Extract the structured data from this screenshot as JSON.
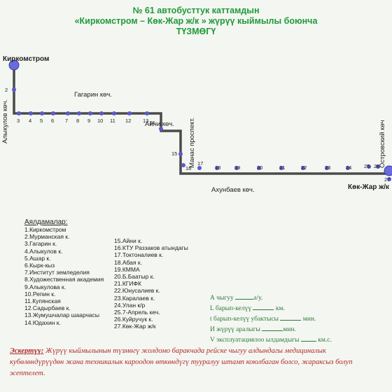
{
  "header": {
    "line1": "№ 61 автобусттук каттамдын",
    "line2": "«Киркомстром – Көк-Жар ж/к » жүрүү кыймылы боюнча",
    "line3": "ТҮЗМӨГҮ"
  },
  "map": {
    "terminal_start": "Киркомстром",
    "terminal_end": "Көк-Жар ж/к",
    "streets": {
      "alykulov": "Алыкулов көч.",
      "gagarin": "Гагарин көч.",
      "aini": "Айни көч.",
      "manas": "Манас проспект.",
      "akhunbaev": "Ахунбаев көч.",
      "ostrovsky": "Островский көч"
    },
    "stop_numbers": [
      "2",
      "3",
      "4",
      "5",
      "6",
      "7",
      "8",
      "9",
      "10",
      "11",
      "12",
      "13",
      "14",
      "15",
      "16",
      "17",
      "18",
      "19",
      "20",
      "21",
      "22",
      "23",
      "24",
      "25",
      "26",
      "27"
    ],
    "colors": {
      "route": "#4a4a4a",
      "stop": "#5a5ad0",
      "terminal": "#6a6ae0"
    }
  },
  "legend": {
    "heading": "Аялдамалар:",
    "col1": [
      {
        "num": "1",
        "name": "Киркомстром"
      },
      {
        "num": "2",
        "name": "Мурманская к."
      },
      {
        "num": "3",
        "name": "Гагарин к."
      },
      {
        "num": "4",
        "name": "Алыкулов к."
      },
      {
        "num": "5",
        "name": "Ашар к."
      },
      {
        "num": "6",
        "name": "Кырк-кыз"
      },
      {
        "num": "7",
        "name": "Институт земледелия"
      },
      {
        "num": "8",
        "name": "Художественная академия"
      },
      {
        "num": "9",
        "name": "Алыкулова к."
      },
      {
        "num": "10",
        "name": "Репин к."
      },
      {
        "num": "11",
        "name": "Купянская"
      },
      {
        "num": "12",
        "name": "Садырбаев к."
      },
      {
        "num": "13",
        "name": "Жумушчалар шаарчасы"
      },
      {
        "num": "14",
        "name": "Юдахин к."
      }
    ],
    "col2": [
      {
        "num": "15",
        "name": "Айни к."
      },
      {
        "num": "16",
        "name": "КТУ Раззаков атындагы"
      },
      {
        "num": "17",
        "name": "Токтоналиев к."
      },
      {
        "num": "18",
        "name": "Абая к."
      },
      {
        "num": "19",
        "name": "КММА"
      },
      {
        "num": "20",
        "name": "Б.Баатыр к."
      },
      {
        "num": "21",
        "name": "КГИФК"
      },
      {
        "num": "22",
        "name": "Юнусалиев к."
      },
      {
        "num": "23",
        "name": "Каралаев к."
      },
      {
        "num": "24",
        "name": "Улан к/р"
      },
      {
        "num": "25",
        "name": "7-Апрель кеч."
      },
      {
        "num": "26",
        "name": "Куйручук к."
      },
      {
        "num": "27",
        "name": "Көк-Жар ж/к"
      }
    ]
  },
  "notes": {
    "a_label": "А чыгуу",
    "a_unit": "а/у.",
    "l_label": "L барып-келүү",
    "l_unit": "км.",
    "t_label": "t барып-келүү убактысы",
    "t_unit": "мин.",
    "i_label": "И жүрүү аралыгы",
    "i_unit": "мин.",
    "v_label": "V эксплуатациялоо ылдамдыгы",
    "v_unit": "км.с."
  },
  "remark": {
    "label": "Эскертүү:",
    "line1": "Жүрүү кыймылынын түзмөгү жолдомо баракчада рейске чыгуу алдындагы медициналык",
    "line2": "кубөлөндүрүүдөн жана техникалык кароодон өткөндүгү тууралуу штамп коюлбаган болсо, жараксыз болуп",
    "line3": "эсептелет."
  }
}
